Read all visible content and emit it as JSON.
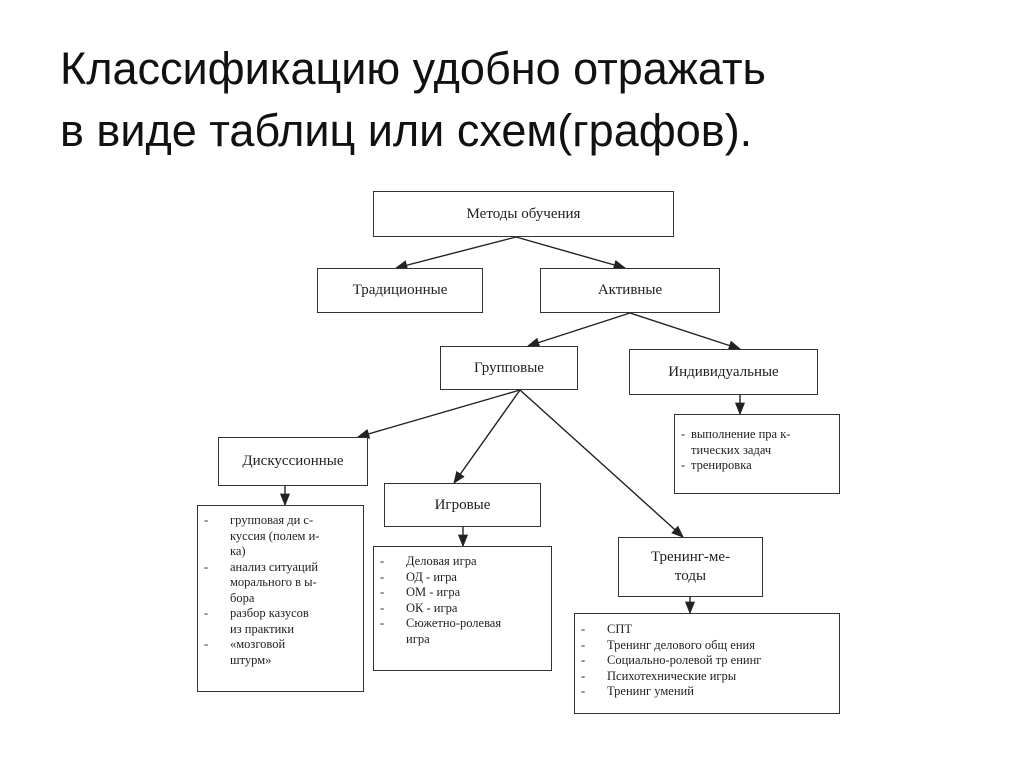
{
  "slide": {
    "title_lines": [
      "Классификацию удобно отражать",
      "в виде таблиц или схем(графов)."
    ]
  },
  "diagram": {
    "nodes": {
      "root": "Методы обучения",
      "traditional": "Традиционные",
      "active": "Активные",
      "group": "Групповые",
      "individual": "Индивидуальные",
      "discussion": "Дискуссионные",
      "game": "Игровые",
      "training": "Тренинг-ме-\nтоды"
    },
    "lists": {
      "individual": [
        {
          "mark": "-",
          "text": "выполнение  пра к-\nтических задач"
        },
        {
          "mark": "-",
          "text": "тренировка"
        }
      ],
      "discussion": [
        {
          "mark": "-",
          "text": "групповая ди с-\nкуссия (полем и-\nка)"
        },
        {
          "mark": "-",
          "text": "анализ ситуаций\nморального в ы-\nбора"
        },
        {
          "mark": "-",
          "text": "разбор казусов\nиз практики"
        },
        {
          "mark": "-",
          "text": " «мозговой\nштурм»"
        }
      ],
      "game": [
        {
          "mark": "-",
          "text": "Деловая игра"
        },
        {
          "mark": "-",
          "text": "ОД - игра"
        },
        {
          "mark": "-",
          "text": "ОМ - игра"
        },
        {
          "mark": "-",
          "text": "ОК - игра"
        },
        {
          "mark": "-",
          "text": "Сюжетно-ролевая\nигра"
        }
      ],
      "training": [
        {
          "mark": "-",
          "text": "СПТ"
        },
        {
          "mark": "-",
          "text": "Тренинг делового общ ения"
        },
        {
          "mark": "-",
          "text": "Социально-ролевой тр енинг"
        },
        {
          "mark": "-",
          "text": "Психотехнические игры"
        },
        {
          "mark": "-",
          "text": "Тренинг умений"
        }
      ]
    }
  }
}
